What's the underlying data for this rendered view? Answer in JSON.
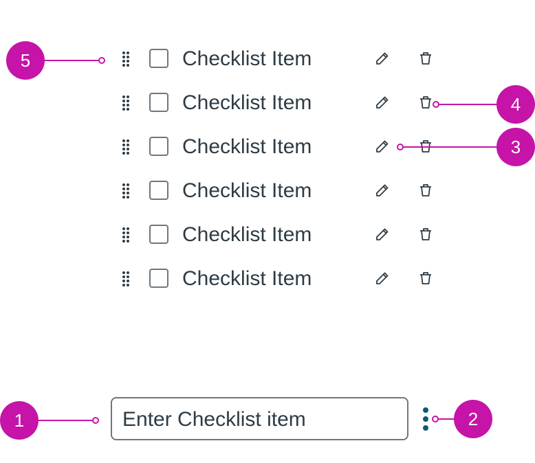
{
  "checklist": {
    "items": [
      {
        "label": "Checklist Item",
        "checked": false
      },
      {
        "label": "Checklist Item",
        "checked": false
      },
      {
        "label": "Checklist Item",
        "checked": false
      },
      {
        "label": "Checklist Item",
        "checked": false
      },
      {
        "label": "Checklist Item",
        "checked": false
      },
      {
        "label": "Checklist Item",
        "checked": false
      }
    ],
    "icons": {
      "drag": "drag-handle-icon",
      "edit": "pencil-icon",
      "delete": "trash-icon"
    }
  },
  "new_item": {
    "placeholder": "Enter Checklist item",
    "menu_icon": "kebab-menu-icon"
  },
  "callouts": [
    "5",
    "4",
    "3",
    "1",
    "2"
  ],
  "colors": {
    "accent": "#c613a8",
    "text": "#2d3b45",
    "border": "#6b7780",
    "kebab": "#0b5a73"
  }
}
